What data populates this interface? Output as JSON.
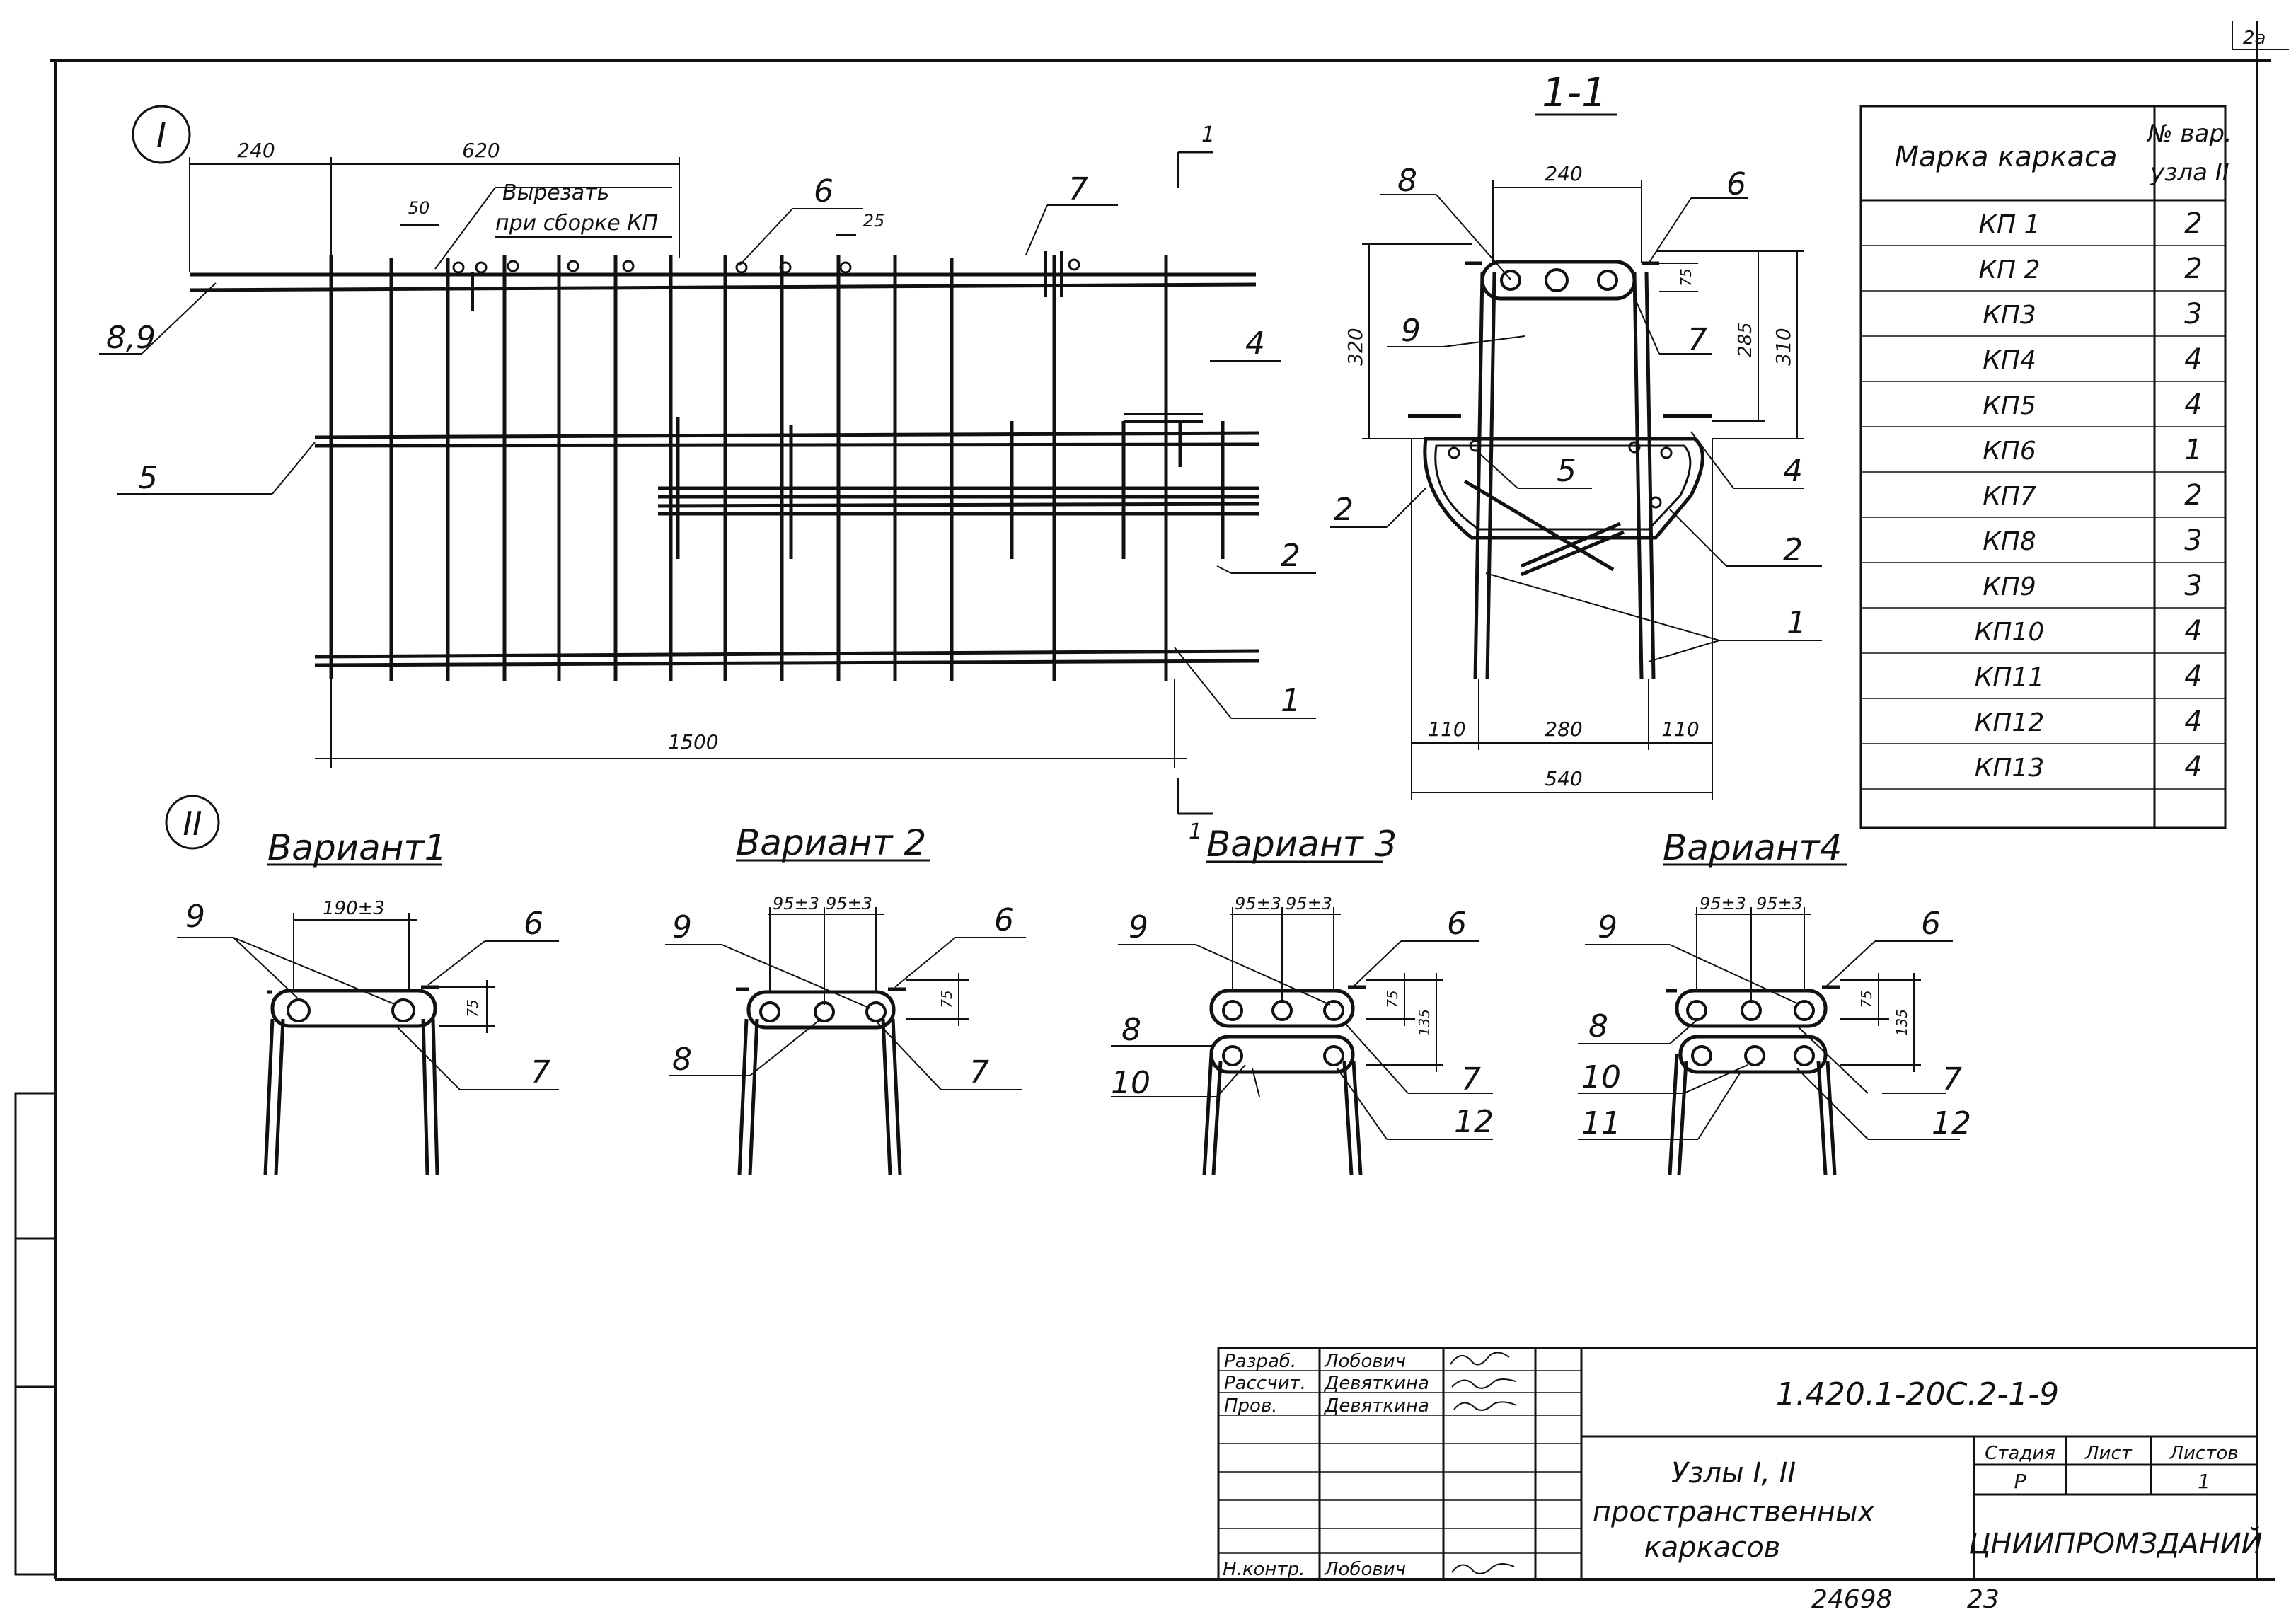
{
  "corner_mark": "2a",
  "node1": {
    "roman": "I",
    "dims": {
      "d240": "240",
      "d620": "620",
      "d50": "50",
      "d25": "25",
      "d1500": "1500"
    },
    "note_line1": "Вырезать",
    "note_line2": "при сборке КП",
    "labels": {
      "l89": "8,9",
      "l5": "5",
      "l6": "6",
      "l7": "7",
      "l4": "4",
      "l2": "2",
      "l1": "1"
    },
    "cut_mark": "1"
  },
  "section": {
    "title": "1-1",
    "dims": {
      "d240": "240",
      "d320": "320",
      "d285": "285",
      "d310": "310",
      "d75": "75",
      "d110a": "110",
      "d280": "280",
      "d110b": "110",
      "d540": "540"
    },
    "labels": {
      "l8": "8",
      "l6": "6",
      "l9": "9",
      "l7": "7",
      "l5": "5",
      "l4": "4",
      "l2a": "2",
      "l2b": "2",
      "l1": "1"
    }
  },
  "table": {
    "header_col1": "Марка каркаса",
    "header_col2_line1": "№ вар.",
    "header_col2_line2": "узла II",
    "rows": [
      {
        "mark": "КП 1",
        "variant": "2"
      },
      {
        "mark": "КП 2",
        "variant": "2"
      },
      {
        "mark": "КП3",
        "variant": "3"
      },
      {
        "mark": "КП4",
        "variant": "4"
      },
      {
        "mark": "КП5",
        "variant": "4"
      },
      {
        "mark": "КП6",
        "variant": "1"
      },
      {
        "mark": "КП7",
        "variant": "2"
      },
      {
        "mark": "КП8",
        "variant": "3"
      },
      {
        "mark": "КП9",
        "variant": "3"
      },
      {
        "mark": "КП10",
        "variant": "4"
      },
      {
        "mark": "КП11",
        "variant": "4"
      },
      {
        "mark": "КП12",
        "variant": "4"
      },
      {
        "mark": "КП13",
        "variant": "4"
      }
    ]
  },
  "node2": {
    "roman": "II",
    "variants": [
      {
        "title": "Вариант1",
        "dim": "190±3",
        "dim_h": "75",
        "labels": [
          "9",
          "6",
          "7"
        ]
      },
      {
        "title": "Вариант 2",
        "dim_a": "95±3",
        "dim_b": "95±3",
        "dim_h": "75",
        "labels": [
          "9",
          "6",
          "8",
          "7"
        ]
      },
      {
        "title": "Вариант 3",
        "dim_a": "95±3",
        "dim_b": "95±3",
        "dim_h": "75",
        "dim_h2": "135",
        "labels": [
          "9",
          "6",
          "8",
          "10",
          "7",
          "12"
        ]
      },
      {
        "title": "Вариант4",
        "dim_a": "95±3",
        "dim_b": "95±3",
        "dim_h": "75",
        "dim_h2": "135",
        "labels": [
          "9",
          "6",
          "8",
          "10",
          "11",
          "7",
          "12"
        ]
      }
    ]
  },
  "title_block": {
    "roles": [
      "Разраб.",
      "Рассчит.",
      "Пров.",
      "Н.контр."
    ],
    "names": [
      "Лобович",
      "Девяткина",
      "Девяткина",
      "Лобович"
    ],
    "doc_code": "1.420.1-20С.2-1-9",
    "sheet_title_line1": "Узлы I, II",
    "sheet_title_line2": "пространственных",
    "sheet_title_line3": "каркасов",
    "stage_label": "Стадия",
    "sheet_label": "Лист",
    "sheets_label": "Листов",
    "stage_value": "Р",
    "sheets_value": "1",
    "org": "ЦНИИПРОМЗДАНИЙ"
  },
  "footer": {
    "inventory": "24698",
    "page": "23"
  }
}
